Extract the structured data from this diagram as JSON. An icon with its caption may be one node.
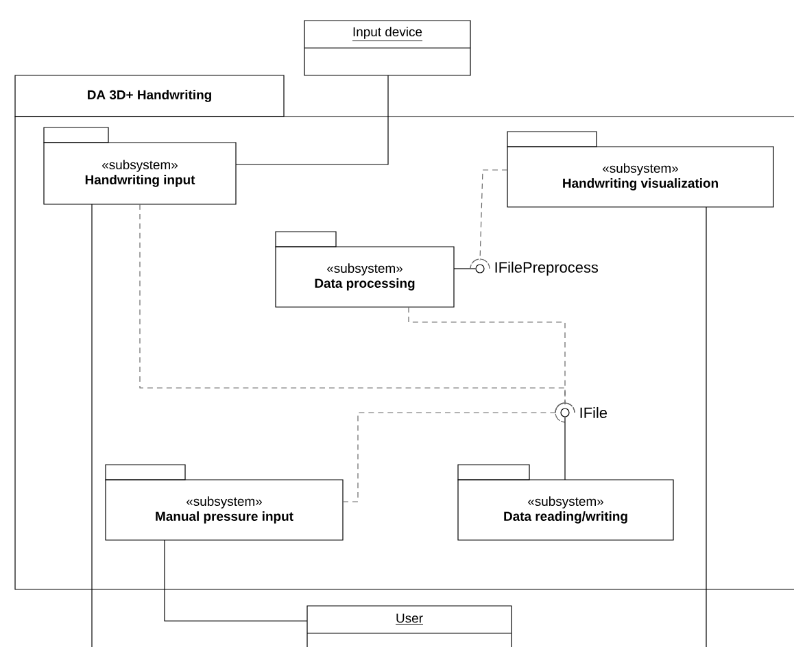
{
  "diagram": {
    "nodes": [
      {
        "text": [
          "Input device"
        ]
      },
      {
        "text": [
          "DA 3D+ Handwriting"
        ]
      },
      {
        "text": [
          "«subsystem»",
          "Handwriting input"
        ],
        "in": 1
      },
      {
        "text": [
          "«subsystem»",
          "Handwriting visualization"
        ],
        "in": 1
      },
      {
        "text": [
          "«subsystem»",
          "Data processing"
        ],
        "in": 1
      },
      {
        "text": [
          "IFilePreprocess"
        ],
        "in": 1
      },
      {
        "text": [
          "IFile"
        ],
        "in": 1
      },
      {
        "text": [
          "«subsystem»",
          "Manual pressure input"
        ],
        "in": 1
      },
      {
        "text": [
          "«subsystem»",
          "Data reading/writing"
        ],
        "in": 1
      },
      {
        "text": [
          "User"
        ]
      }
    ],
    "edges": [
      {
        "from": 0,
        "to": 2,
        "arrow": "none"
      },
      {
        "from": 2,
        "to": null,
        "arrow": "none"
      },
      {
        "from": 3,
        "to": null,
        "arrow": "none"
      },
      {
        "from": 4,
        "to": 5,
        "arrow": "none"
      },
      {
        "from": 3,
        "to": 5,
        "arrow": "to",
        "style": "dashed",
        "color": "#666666"
      },
      {
        "from": 2,
        "to": 6,
        "arrow": "to",
        "style": "dashed",
        "color": "#666666"
      },
      {
        "from": 4,
        "to": 6,
        "arrow": "to",
        "style": "dashed",
        "color": "#666666"
      },
      {
        "from": 7,
        "to": 6,
        "arrow": "to",
        "style": "dashed",
        "color": "#666666"
      },
      {
        "from": 8,
        "to": 6,
        "arrow": "none"
      },
      {
        "from": 7,
        "to": 9,
        "arrow": "none"
      }
    ]
  }
}
